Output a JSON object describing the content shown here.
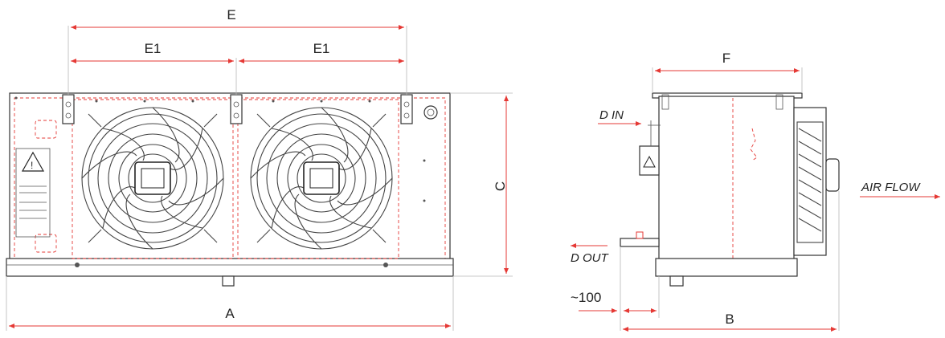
{
  "labels": {
    "E": "E",
    "E1_left": "E1",
    "E1_right": "E1",
    "C": "C",
    "A": "A",
    "F": "F",
    "D_IN": "D IN",
    "D_OUT": "D OUT",
    "approx_100": "~100",
    "B": "B",
    "AIR_FLOW": "AIR FLOW"
  },
  "colors": {
    "dimension": "#e53935",
    "outline": "#333333",
    "fan_grill": "#444444",
    "extension": "#b8b8b8",
    "hidden_line": "#e53935"
  },
  "views": {
    "front": {
      "fan_count": 2,
      "warning_icon": "warning-triangle-icon"
    },
    "side": {
      "airflow_arrow": "arrow-right-icon"
    }
  }
}
